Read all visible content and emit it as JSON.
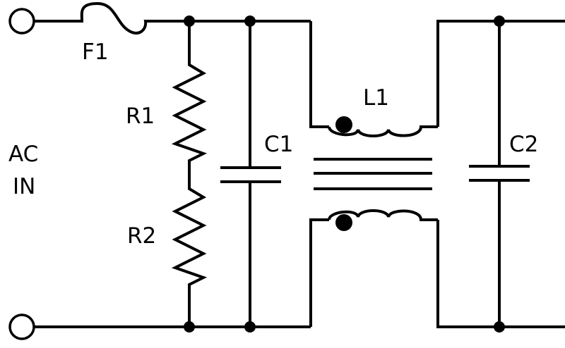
{
  "labels": {
    "fuse": "F1",
    "resistor_top": "R1",
    "resistor_bottom": "R2",
    "capacitor_input": "C1",
    "capacitor_output": "C2",
    "choke": "L1",
    "input_line1": "AC",
    "input_line2": "IN"
  },
  "colors": {
    "stroke": "#000000",
    "background": "#ffffff"
  }
}
